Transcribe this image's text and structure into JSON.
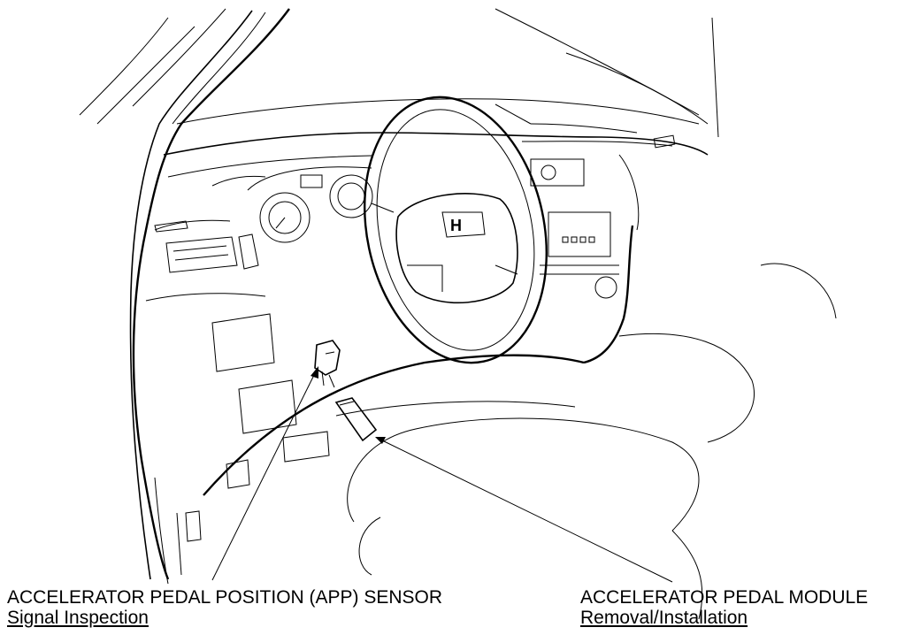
{
  "callouts": {
    "app_sensor": {
      "title": "ACCELERATOR PEDAL POSITION (APP) SENSOR",
      "link": "Signal Inspection"
    },
    "pedal_module": {
      "title": "ACCELERATOR PEDAL MODULE",
      "link": "Removal/Installation"
    }
  },
  "colors": {
    "line": "#000000",
    "background": "#ffffff"
  }
}
